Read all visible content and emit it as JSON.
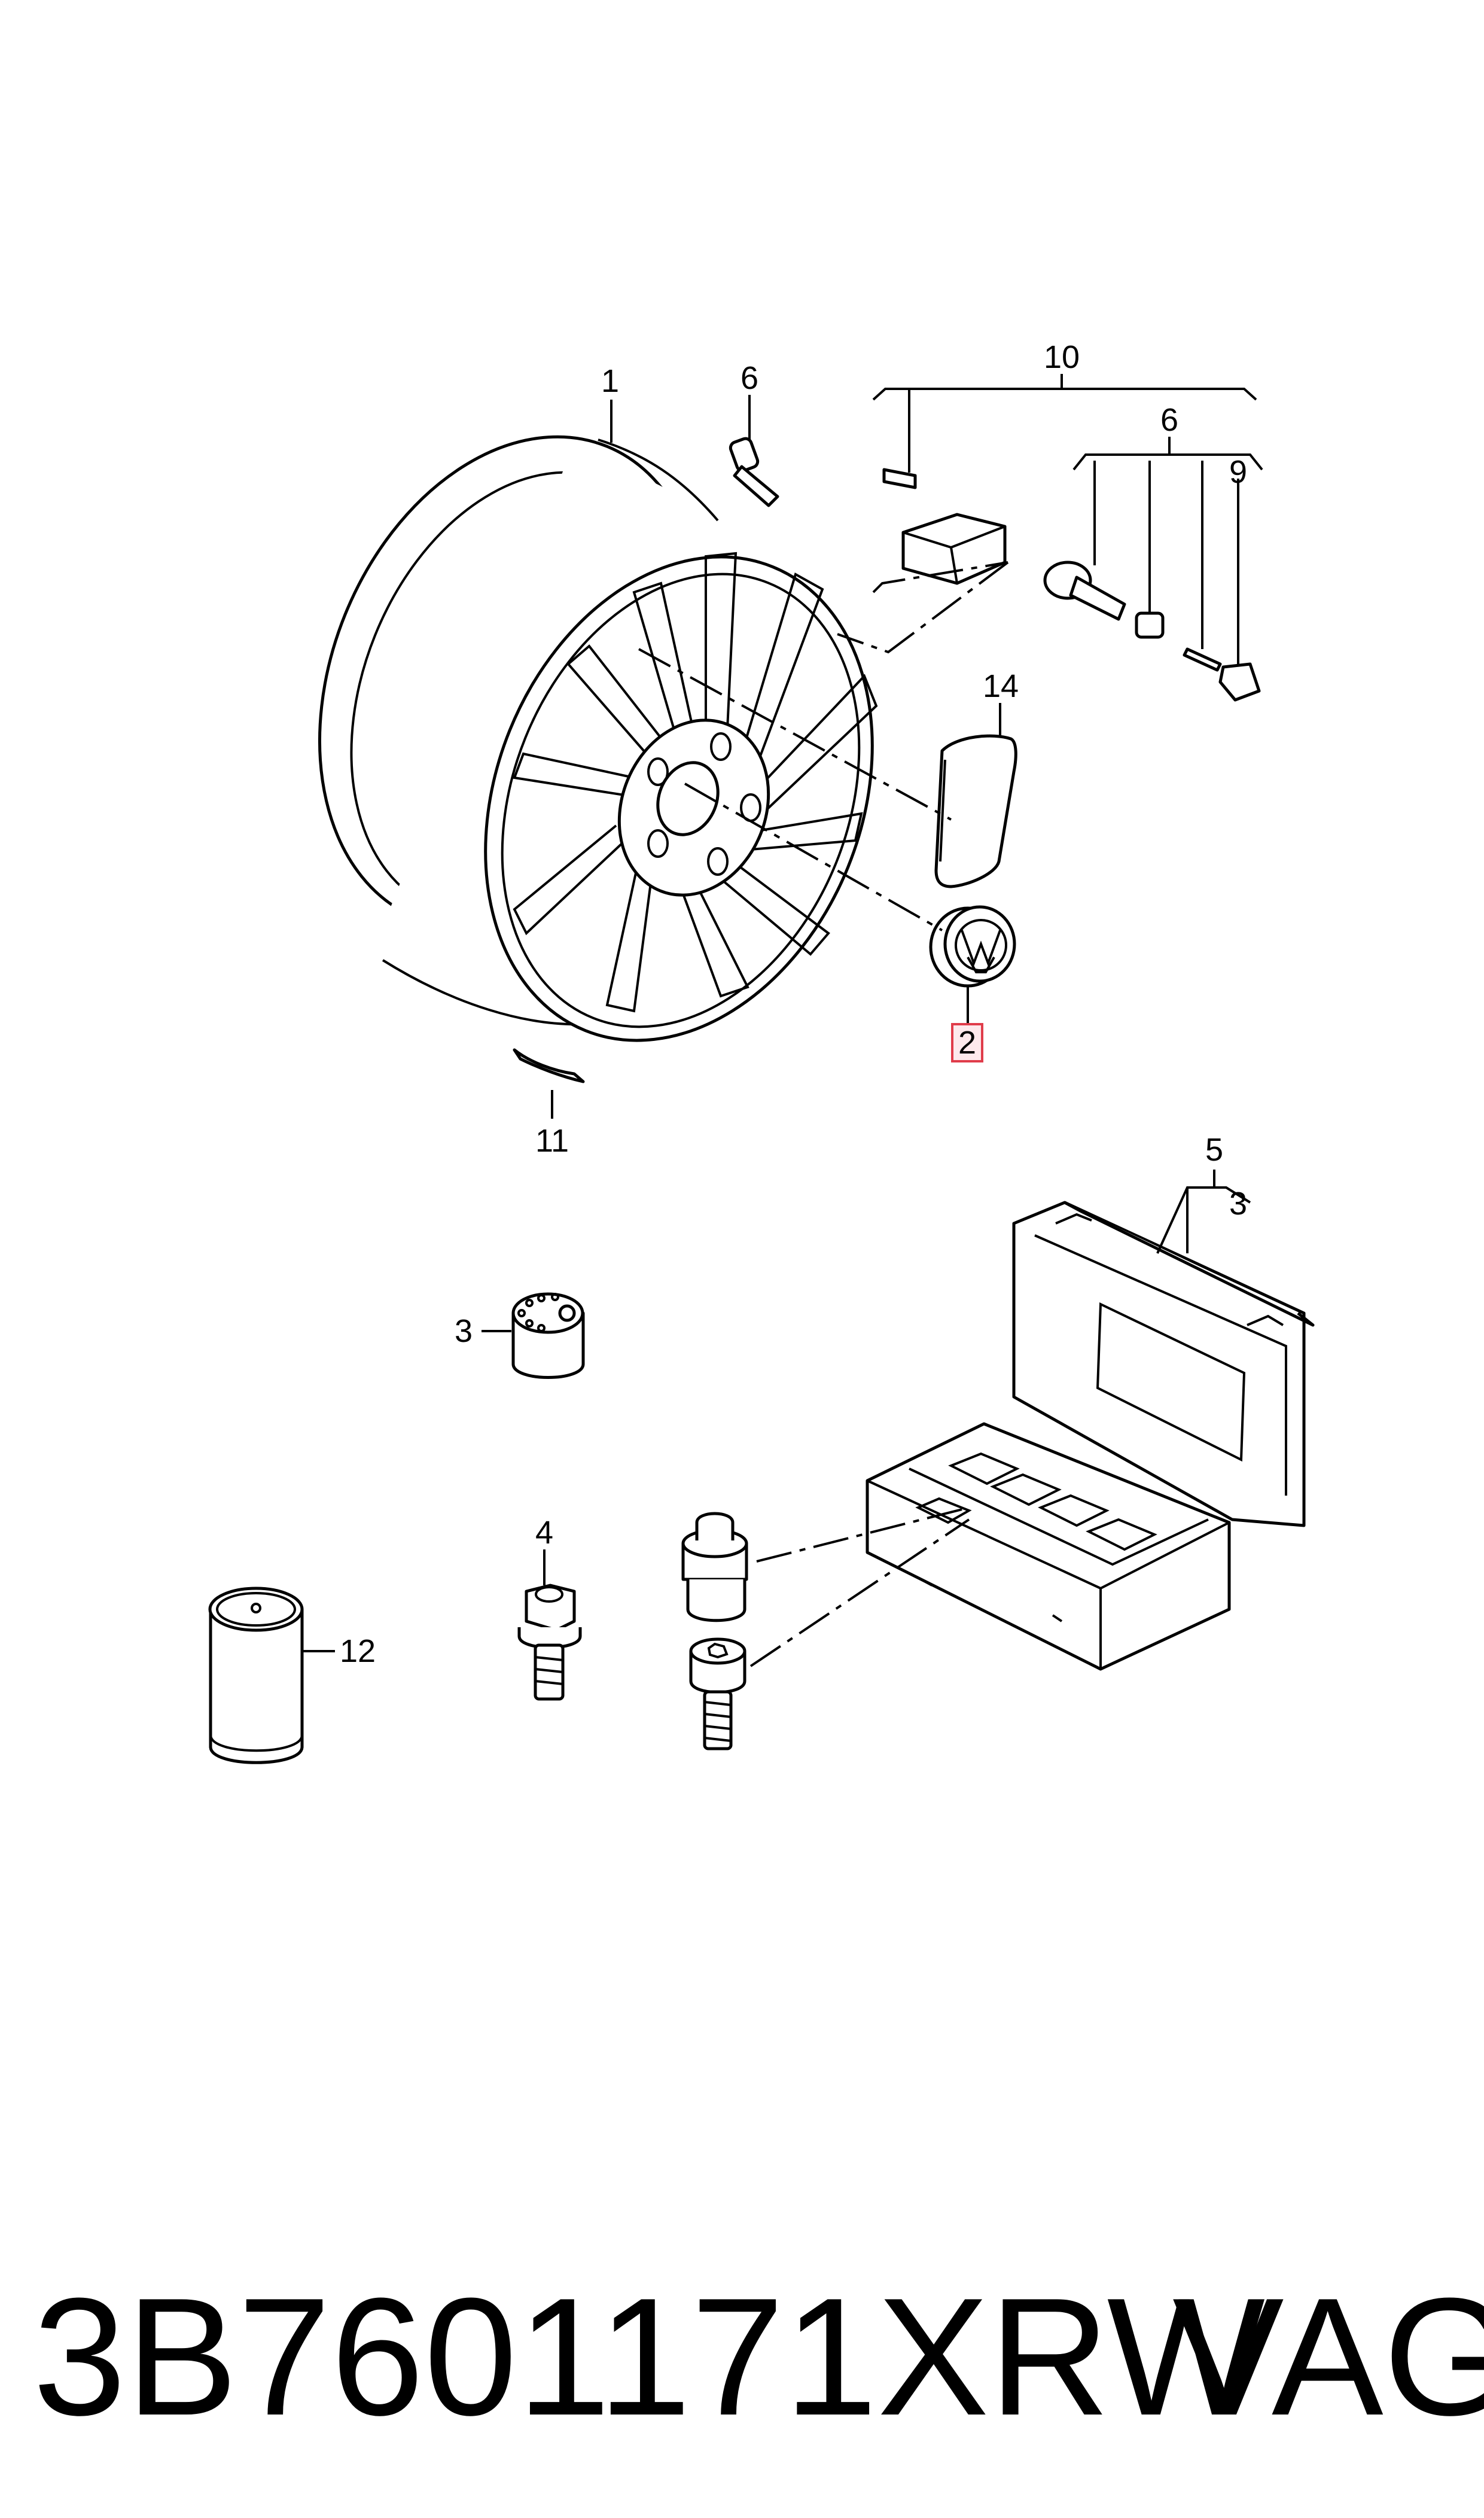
{
  "diagram": {
    "callouts": [
      {
        "id": "c1",
        "label": "1"
      },
      {
        "id": "c6a",
        "label": "6"
      },
      {
        "id": "c10",
        "label": "10"
      },
      {
        "id": "c6b",
        "label": "6"
      },
      {
        "id": "c9",
        "label": "9"
      },
      {
        "id": "c14",
        "label": "14"
      },
      {
        "id": "c2",
        "label": "2",
        "highlighted": true
      },
      {
        "id": "c11",
        "label": "11"
      },
      {
        "id": "c5",
        "label": "5"
      },
      {
        "id": "c3a",
        "label": "3"
      },
      {
        "id": "c3b",
        "label": "3"
      },
      {
        "id": "c4",
        "label": "4"
      },
      {
        "id": "c12",
        "label": "12"
      }
    ],
    "highlight_color": "#e03c4a"
  },
  "footer": {
    "part_number": "3B7601171XRW",
    "brand": "VAG"
  }
}
